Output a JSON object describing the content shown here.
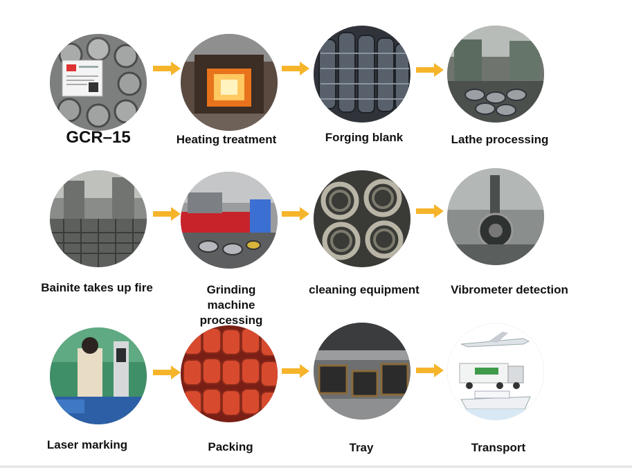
{
  "steps": [
    {
      "label": "GCR–15",
      "icon": "steel-bars-icon"
    },
    {
      "label": "Heating treatment",
      "icon": "furnace-icon"
    },
    {
      "label": "Forging blank",
      "icon": "forged-rings-icon"
    },
    {
      "label": "Lathe processing",
      "icon": "lathe-icon"
    },
    {
      "label": "Bainite takes up fire",
      "icon": "bainite-furnace-icon"
    },
    {
      "label": "Grinding machine processing",
      "icon": "grinding-machine-icon"
    },
    {
      "label": "cleaning equipment",
      "icon": "bearing-cleaning-icon"
    },
    {
      "label": "Vibrometer detection",
      "icon": "vibrometer-icon"
    },
    {
      "label": "Laser marking",
      "icon": "laser-marking-icon"
    },
    {
      "label": "Packing",
      "icon": "packing-icon"
    },
    {
      "label": "Tray",
      "icon": "tray-icon"
    },
    {
      "label": "Transport",
      "icon": "transport-icon"
    }
  ],
  "colors": {
    "arrow": "#f5b42a",
    "text": "#111111"
  }
}
